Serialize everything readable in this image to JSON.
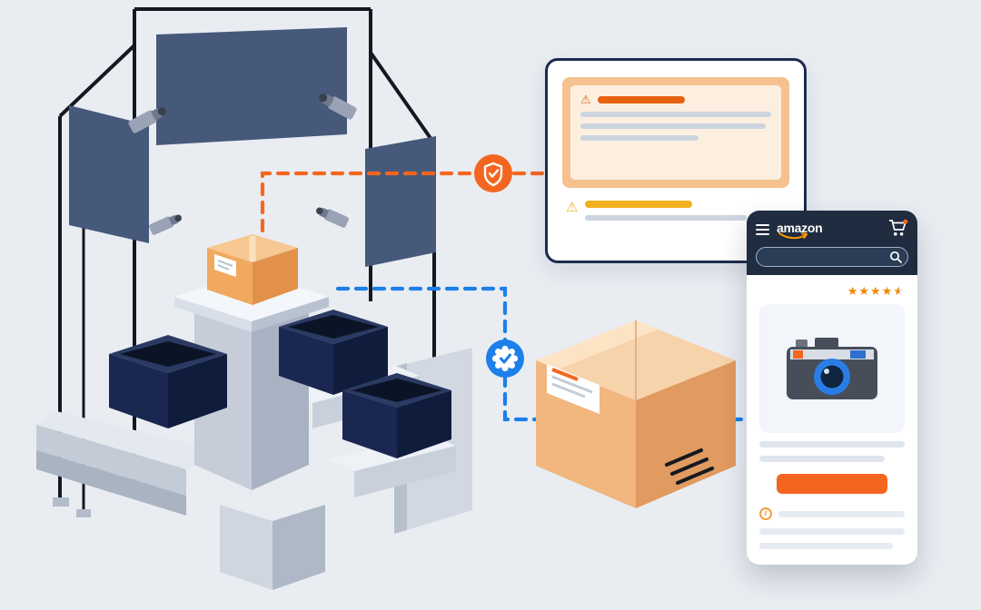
{
  "illustration": {
    "background": "#e9edf2",
    "station": {
      "name": "automated-imaging-station",
      "panel_color": "#46597b",
      "frame_color": "#14181f",
      "bin_color": "#1a2750",
      "pedestal_top_color": "#f3f6fa"
    },
    "small_box": {
      "name": "product-box-on-pedestal",
      "color": "#f0a95f"
    },
    "package": {
      "name": "cardboard-shipping-box",
      "color": "#f2b67f"
    },
    "connectors": {
      "orange": "#f4661f",
      "blue": "#1d7fe8",
      "style": "dashed"
    },
    "badges": {
      "shield": {
        "name": "shield-check-badge",
        "color": "#f4661f"
      },
      "seal": {
        "name": "verified-seal-badge",
        "color": "#1d7fe8"
      }
    }
  },
  "alert_card": {
    "warning_glyph": "⚠",
    "primary_bar_color": "#e8610f",
    "secondary_bar_color": "#f2b01e",
    "border_color": "#1c2b4d"
  },
  "phone": {
    "brand": "amazon",
    "stars_full": "★★★★",
    "star": "★",
    "info_glyph": "i",
    "header_color": "#202c3f",
    "button_color": "#f4661f",
    "star_color": "#f08804"
  }
}
